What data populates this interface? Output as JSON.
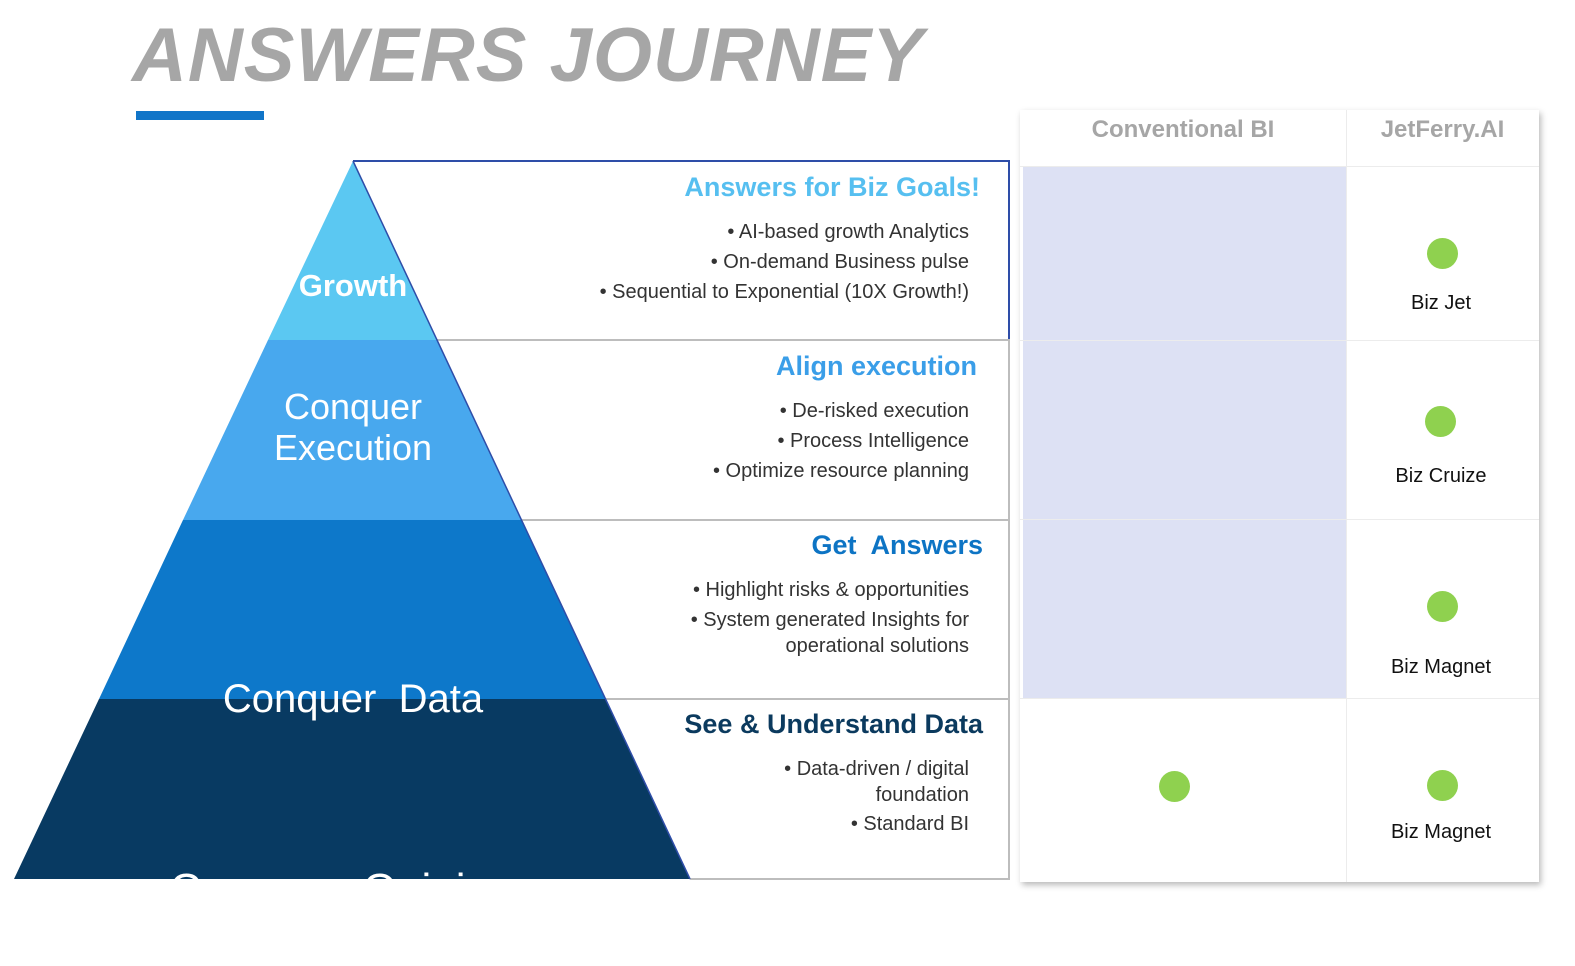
{
  "title": "ANSWERS JOURNEY",
  "colors": {
    "title": "#a6a6a6",
    "accent_underline": "#1175c8",
    "tier_growth": "#5bc8f2",
    "tier_execution": "#48a8ee",
    "tier_data": "#0d78ca",
    "tier_opinions": "#083a62",
    "heading_growth": "#56bff0",
    "heading_execution": "#3a9ee8",
    "heading_data": "#0d74c4",
    "heading_opinions": "#0b3a5e",
    "table_shade": "#dde1f4",
    "dot": "#8fd14f"
  },
  "pyramid": {
    "tiers": [
      {
        "id": "growth",
        "label_lines": [
          "Growth"
        ],
        "heading": "Answers for Biz Goals!",
        "bullets": [
          "AI-based growth Analytics",
          "On-demand Business pulse",
          "Sequential to Exponential (10X Growth!)"
        ]
      },
      {
        "id": "execution",
        "label_lines": [
          "Conquer",
          "Execution"
        ],
        "heading": "Align execution",
        "bullets": [
          "De-risked execution",
          "Process Intelligence",
          "Optimize resource planning"
        ]
      },
      {
        "id": "data",
        "label_lines": [
          "Conquer  Data"
        ],
        "heading": "Get  Answers",
        "bullets": [
          "Highlight risks & opportunities",
          "System generated Insights for",
          "operational solutions"
        ]
      },
      {
        "id": "opinions",
        "label_lines": [
          "Conquer  Opinions"
        ],
        "heading": "See & Understand Data",
        "bullets": [
          "Data-driven / digital",
          "foundation",
          "Standard BI"
        ]
      }
    ]
  },
  "comparison": {
    "columns": [
      "Conventional BI",
      "JetFerry.AI"
    ],
    "rows": [
      {
        "conventional": false,
        "jetferry": true,
        "product": "Biz Jet"
      },
      {
        "conventional": false,
        "jetferry": true,
        "product": "Biz Cruize"
      },
      {
        "conventional": false,
        "jetferry": true,
        "product": "Biz Magnet"
      },
      {
        "conventional": true,
        "jetferry": true,
        "product": "Biz Magnet"
      }
    ]
  }
}
